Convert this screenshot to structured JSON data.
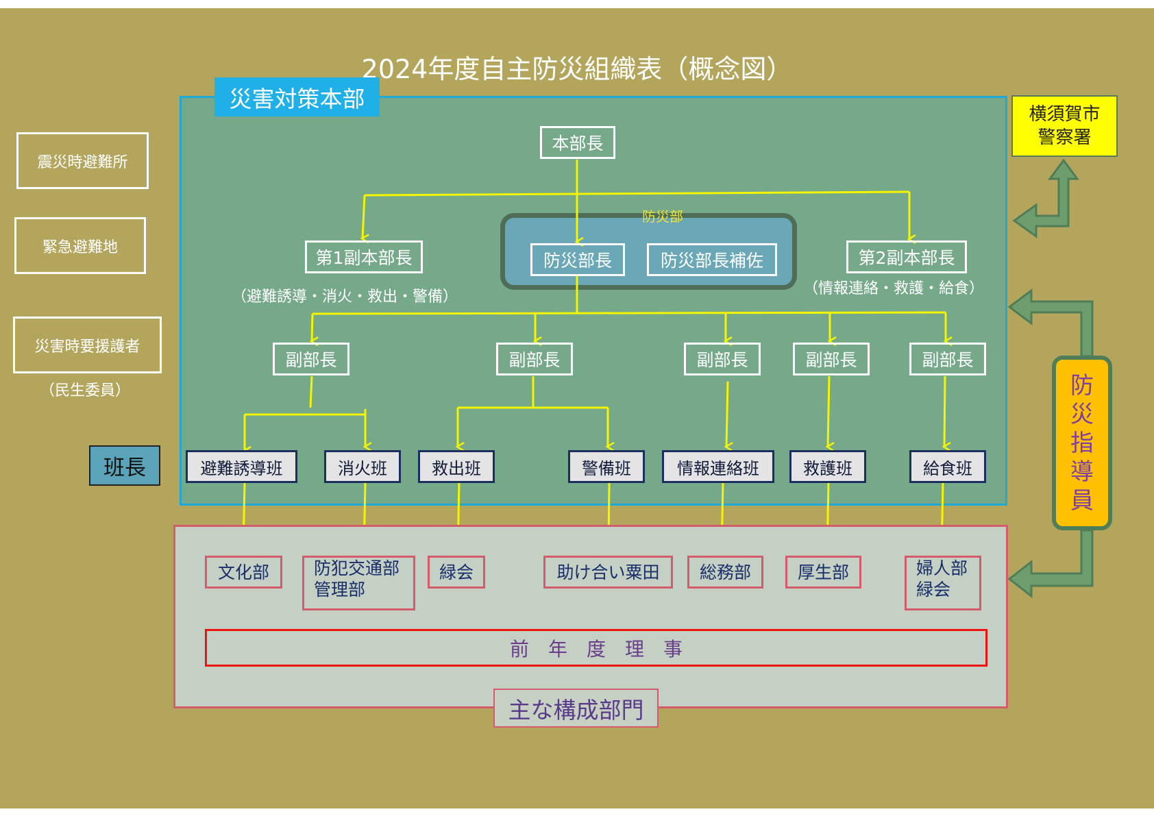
{
  "title": "2024年度自主防災組織表（概念図）",
  "hq_label": "災害対策本部",
  "chief": "本部長",
  "bousai_dept": {
    "label": "防災部",
    "head": "防災部長",
    "assistant": "防災部長補佐"
  },
  "vice_chief_1": {
    "label": "第1副本部長",
    "duties": "（避難誘導・消火・救出・警備）"
  },
  "vice_chief_2": {
    "label": "第2副本部長",
    "duties": "（情報連絡・救護・給食）"
  },
  "deputy_label": "副部長",
  "teams": [
    "避難誘導班",
    "消火班",
    "救出班",
    "警備班",
    "情報連絡班",
    "救護班",
    "給食班"
  ],
  "team_leader": "班長",
  "left_boxes": {
    "shelter": "震災時避難所",
    "evac_area": "緊急避難地",
    "support": "災害時要援護者",
    "support_note": "（民生委員）"
  },
  "police": {
    "line1": "横須賀市",
    "line2": "警察署"
  },
  "instructor": [
    "防",
    "災",
    "指",
    "導",
    "員"
  ],
  "departments": {
    "bunka": "文化部",
    "bohan_1": "防犯交通部",
    "bohan_2": "管理部",
    "midori": "緑会",
    "tasukeai": "助け合い粟田",
    "somu": "総務部",
    "kosei": "厚生部",
    "fujin_1": "婦人部",
    "fujin_2": "緑会"
  },
  "previous_board": "前　年　度　理　事",
  "group_label": "主な構成部門",
  "colors": {
    "background": "#b3a55c",
    "hq_fill": "#76a88a",
    "hq_border": "#1fa9d6",
    "connector": "#f5f500",
    "dept_border": "#d35b6b",
    "police": "#ffff00",
    "instructor": "#ffc000",
    "arrow": "#6f9e6e"
  }
}
